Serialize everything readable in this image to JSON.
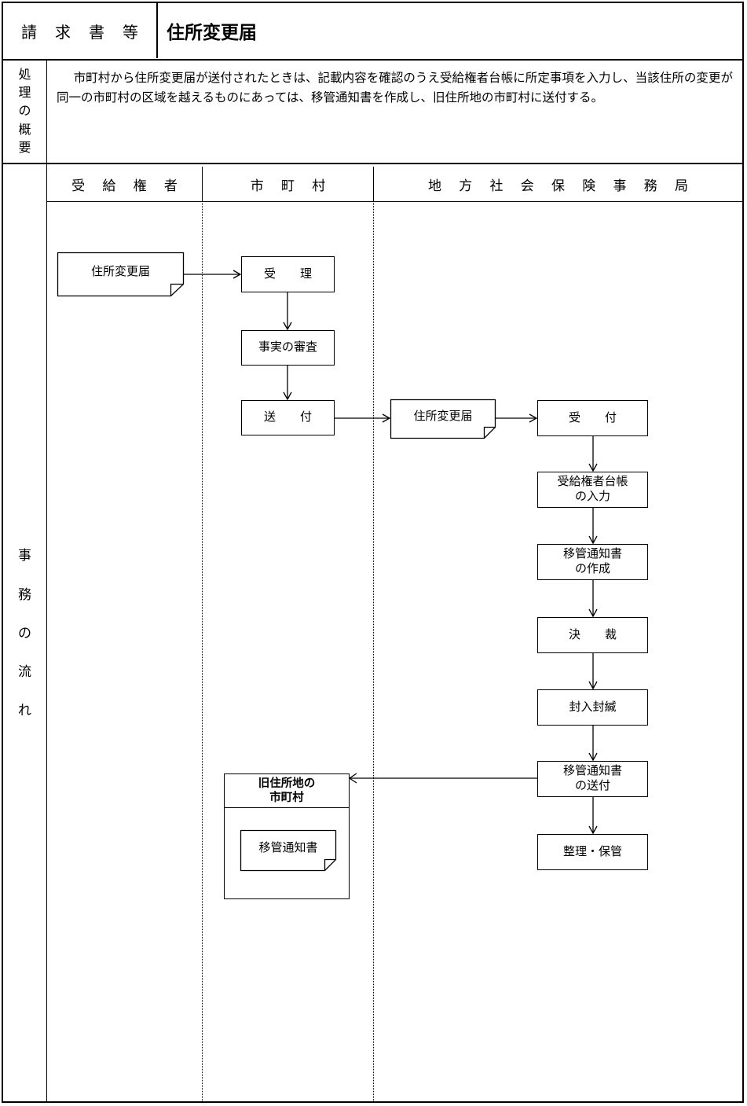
{
  "header": {
    "category_label": "請 求 書 等",
    "form_title": "住所変更届"
  },
  "summary": {
    "row_label_chars": [
      "処",
      "理",
      "の",
      "概",
      "要"
    ],
    "text": "市町村から住所変更届が送付されたときは、記載内容を確認のうえ受給権者台帳に所定事項を入力し、当該住所の変更が同一の市町村の区域を越えるものにあっては、移管通知書を作成し、旧住所地の市町村に送付する。"
  },
  "flow": {
    "row_label_chars": [
      "事",
      "務",
      "の",
      "流",
      "れ"
    ],
    "lanes": [
      {
        "label": "受 給 権 者"
      },
      {
        "label": "市 町 村"
      },
      {
        "label": "地 方 社 会 保 険 事 務 局"
      }
    ],
    "nodes": {
      "doc_change_notice_in": "住所変更届",
      "accept": "受　理",
      "fact_review": "事実の審査",
      "send": "送　付",
      "doc_change_notice_sent": "住所変更届",
      "receive": "受　付",
      "register_entry_line1": "受給権者台帳",
      "register_entry_line2": "の入力",
      "transfer_notice_create_line1": "移管通知書",
      "transfer_notice_create_line2": "の作成",
      "approval": "決　裁",
      "envelope_seal": "封入封緘",
      "transfer_notice_send_line1": "移管通知書",
      "transfer_notice_send_line2": "の送付",
      "filing_storage": "整理・保管",
      "old_address_group_line1": "旧住所地の",
      "old_address_group_line2": "市町村",
      "old_address_doc": "移管通知書"
    }
  },
  "colors": {
    "ink": "#000000",
    "paper": "#ffffff"
  }
}
